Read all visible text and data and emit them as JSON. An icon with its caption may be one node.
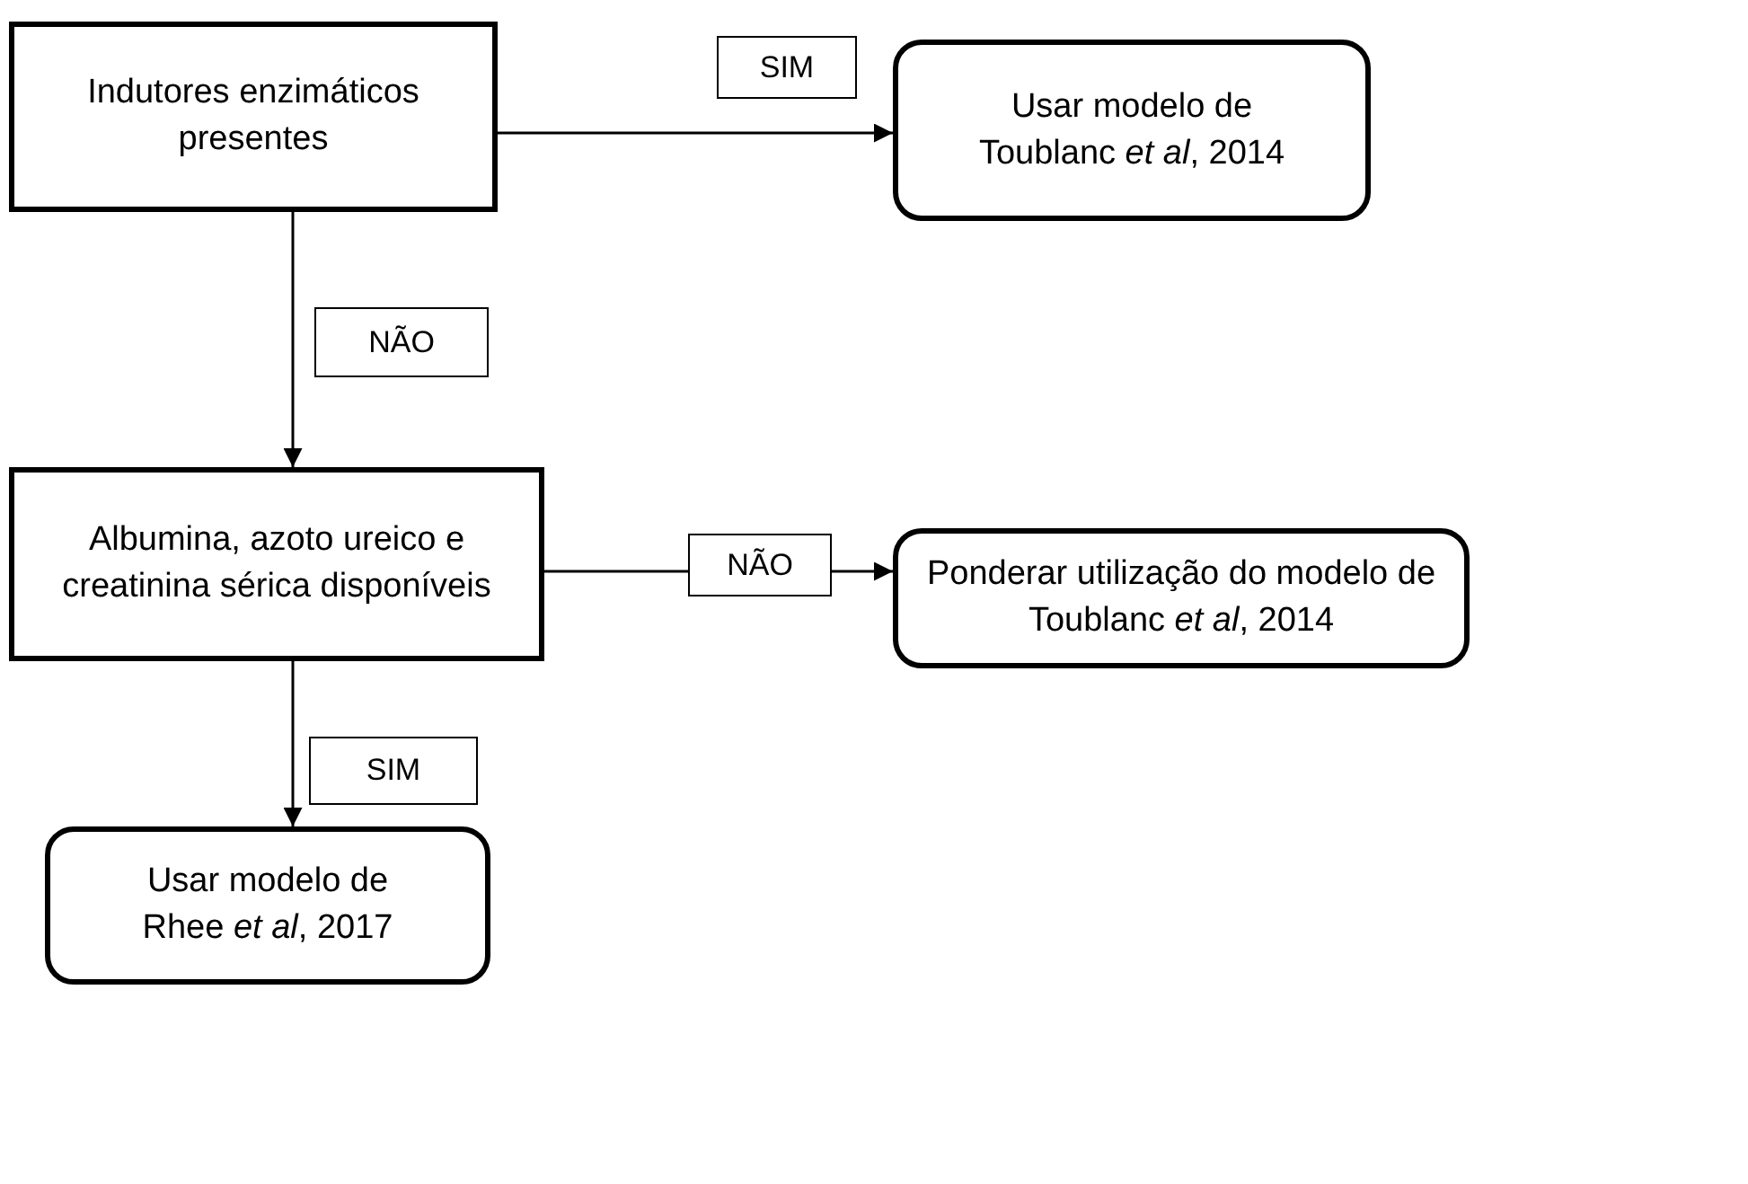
{
  "diagram": {
    "nodes": [
      {
        "text": [
          "Indutores enzimáticos presentes"
        ]
      },
      {
        "text": [
          "Usar modelo de Toublanc *et al*, 2014"
        ]
      },
      {
        "text": [
          "Albumina, azoto ureico e creatinina sérica disponíveis"
        ]
      },
      {
        "text": [
          "Ponderar utilização do modelo de Toublanc *et al*, 2014"
        ]
      },
      {
        "text": [
          "Usar modelo de Rhee *et al*, 2017"
        ]
      }
    ],
    "edges": [
      {
        "from": 0,
        "to": 1,
        "arrow": "to",
        "label": "SIM"
      },
      {
        "from": 0,
        "to": 2,
        "arrow": "to",
        "label": "NÃO"
      },
      {
        "from": 2,
        "to": 3,
        "arrow": "to",
        "label": "NÃO"
      },
      {
        "from": 2,
        "to": 4,
        "arrow": "to",
        "label": "SIM"
      }
    ]
  }
}
